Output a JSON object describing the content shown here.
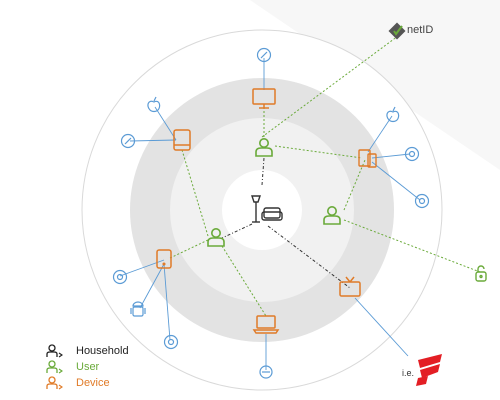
{
  "branding": {
    "netid_label": "netID",
    "ie_label": "i.e."
  },
  "legend": [
    {
      "key": "household",
      "label": "Household",
      "color": "#222222"
    },
    {
      "key": "user",
      "label": "User",
      "color": "#6aaa3a"
    },
    {
      "key": "device",
      "label": "Device",
      "color": "#e07b28"
    }
  ],
  "colors": {
    "user_green": "#6aaa3a",
    "device_orange": "#e07b28",
    "service_blue": "#5b9bd5",
    "household_black": "#222222",
    "ring_outer": "#ffffff",
    "ring_mid": "#e2e2e2",
    "ring_inner": "#f1f1f1"
  },
  "nodes": {
    "household": "sofa-lamp-icon",
    "users": [
      "person-icon",
      "person-icon",
      "person-icon"
    ],
    "devices": [
      "monitor-icon",
      "tablet-icon",
      "multi-device-icon",
      "tablet-icon",
      "laptop-icon",
      "tv-icon"
    ],
    "services": [
      "safari-icon",
      "apple-icon",
      "safari-icon",
      "apple-icon",
      "firefox-icon",
      "chrome-icon",
      "firefox-icon",
      "android-icon",
      "chrome-icon",
      "ie-icon",
      "unlock-icon",
      "netid-icon",
      "prosieben-logo"
    ]
  }
}
